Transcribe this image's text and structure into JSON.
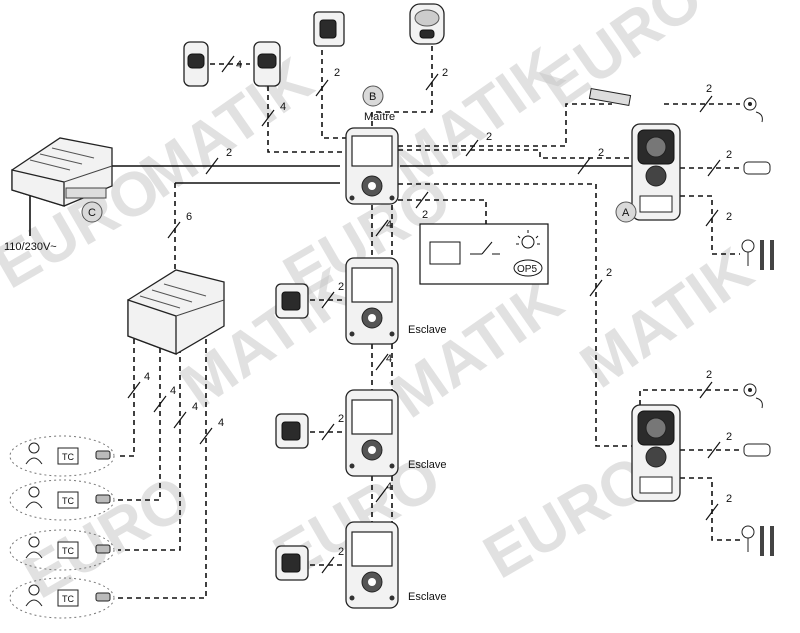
{
  "labels": {
    "badge_a": "A",
    "badge_b": "B",
    "badge_c": "C",
    "maitre": "Maître",
    "power": "110/230V~",
    "esclave_1": "Esclave",
    "esclave_2": "Esclave",
    "esclave_3": "Esclave",
    "relay_text": "OP5",
    "tc_1": "TC",
    "tc_2": "TC",
    "tc_3": "TC",
    "tc_4": "TC"
  },
  "wire_counts": {
    "motion_sensor_link": "4",
    "motion_sensor_to_master": "4",
    "camera_to_master": "2",
    "siren_to_master": "2",
    "bus_power_to_master": "2",
    "master_to_panel_a": "2",
    "upper_dashed_to_panel": "2",
    "supply_to_secondary": "6",
    "relay_feed": "2",
    "master_to_slave1": "4",
    "slave1_to_slave2": "4",
    "slave2_to_slave3": "4",
    "cam_slave1": "2",
    "cam_slave2": "2",
    "cam_slave3": "2",
    "panel_a_to_panel_b": "2",
    "panel_a_button": "2",
    "panel_a_lock": "2",
    "panel_a_keypad": "2",
    "panel_a_gate": "2",
    "panel_b_button": "2",
    "panel_b_lock": "2",
    "panel_b_gate": "2",
    "handset_1": "4",
    "handset_2": "4",
    "handset_3": "4",
    "handset_4": "4"
  },
  "watermark": {
    "text_1": "EURO",
    "text_2": "MATIK"
  }
}
